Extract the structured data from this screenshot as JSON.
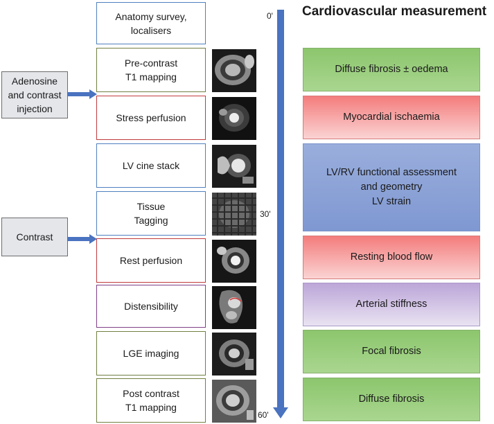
{
  "title": "Cardiovascular measurement",
  "timeline": {
    "start": "0'",
    "mid": "30'",
    "end": "60'"
  },
  "sequence": [
    {
      "label": "Anatomy survey,\nlocalisers"
    },
    {
      "label": "Pre-contrast\nT1 mapping"
    },
    {
      "label": "Stress perfusion"
    },
    {
      "label": "LV cine stack"
    },
    {
      "label": "Tissue\nTagging"
    },
    {
      "label": "Rest perfusion"
    },
    {
      "label": "Distensibility"
    },
    {
      "label": "LGE imaging"
    },
    {
      "label": "Post contrast\nT1 mapping"
    }
  ],
  "interventions": [
    {
      "label": "Adenosine\nand contrast\ninjection"
    },
    {
      "label": "Contrast"
    }
  ],
  "measurements": [
    {
      "label": "Diffuse fibrosis ± oedema"
    },
    {
      "label": "Myocardial ischaemia"
    },
    {
      "label": "LV/RV functional assessment\nand geometry\nLV strain"
    },
    {
      "label": "Resting blood flow"
    },
    {
      "label": "Arterial stiffness"
    },
    {
      "label": "Focal fibrosis"
    },
    {
      "label": "Diffuse fibrosis"
    }
  ],
  "colors": {
    "arrow": "#4a73c0",
    "green": "#8cc66d",
    "red": "#f47c7c",
    "blue": "#8fa4d8",
    "purple": "#bca6d8"
  }
}
